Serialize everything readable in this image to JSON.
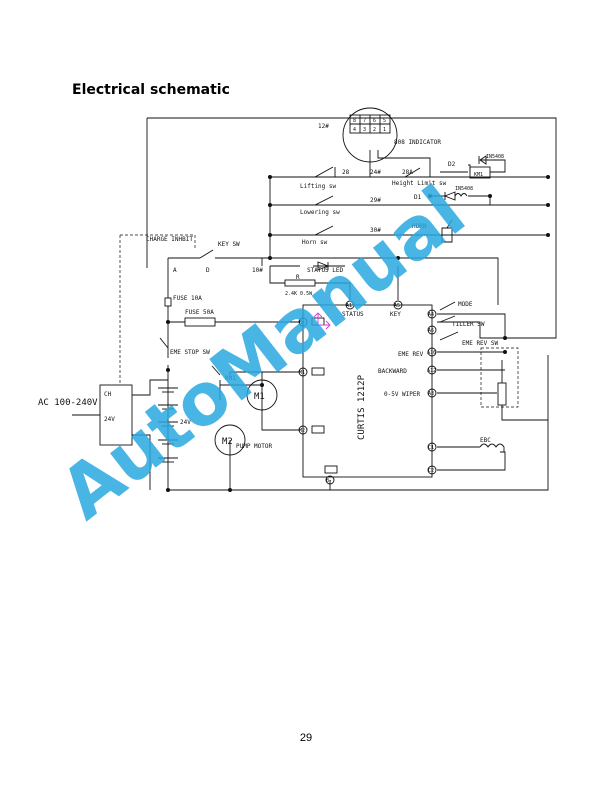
{
  "page": {
    "heading": "Electrical schematic",
    "page_number": "29"
  },
  "watermark": {
    "text": "AutoManual",
    "color": "#29a8e0"
  },
  "schematic": {
    "indicator_pins_top": [
      "8",
      "7",
      "6",
      "5"
    ],
    "indicator_pins_bottom": [
      "4",
      "3",
      "2",
      "1"
    ],
    "labels": {
      "wire12": "12#",
      "indicator": "808 INDICATOR",
      "d2": "D2",
      "diode_in5408_a": "IN5408",
      "km1": "KM1",
      "lifting_sw": "Lifting sw",
      "wire28": "28",
      "wire24": "24#",
      "wire28a": "28A",
      "height_limit": "Height Limit sw",
      "d1": "D1",
      "diode_in5408_b": "IN5408",
      "lowering_sw": "Lowering sw",
      "wire29": "29#",
      "horn": "HORN",
      "horn_sw": "Horn sw",
      "wire30": "30#",
      "charge_inhibit": "CHARGE INHBIT",
      "key_sw": "KEY SW",
      "a": "A",
      "d": "D",
      "wire10": "10#",
      "status_led": "STATUS LED",
      "r": "R",
      "resistor_value": "2.4K 0.5W",
      "status": "STATUS",
      "key": "KEY",
      "mode": "MODE",
      "fuse10": "FUSE 10A",
      "fuse50": "FUSE 50A",
      "tiller_sw": "TILLER SW",
      "eme_stop": "EME STOP SW",
      "eme_rev_sw": "EME REV SW",
      "eme_rev": "EME REV",
      "backward": "BACKWARD",
      "wiper": "0-5V WIPER",
      "ac": "AC 100-240V",
      "ch": "CH",
      "ch_v": "24V",
      "km1_contact": "KM1",
      "battery_v": "24V",
      "m1": "M1",
      "m2": "M2",
      "pump_motor": "PUMP MOTOR",
      "controller": "CURTIS 1212P",
      "ebc": "EBC",
      "t_bplus": "B+",
      "t_m1": "M1",
      "t_m2": "M2",
      "t_bminus": "B-",
      "t_a1": "A1",
      "t_a5": "A5",
      "t_a4": "A4",
      "t_a6": "A6",
      "t_a16": "A16",
      "t_a12": "A12",
      "t_a3": "A3",
      "t_c1": "C1",
      "t_c2": "C2"
    }
  }
}
